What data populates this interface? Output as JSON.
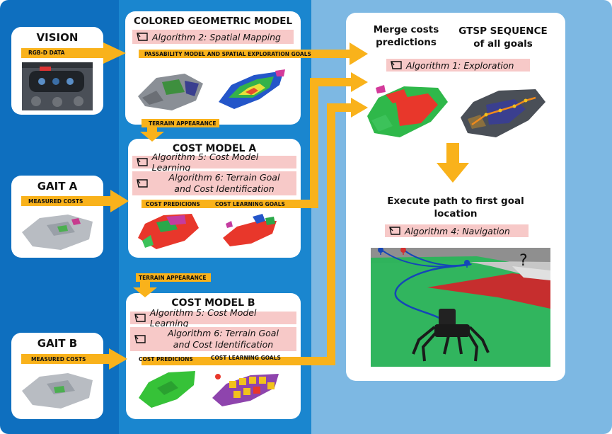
{
  "colors": {
    "dark_blue": "#0e6fbf",
    "mid_blue": "#1a86cf",
    "light_blue": "#7db8e3",
    "arrow_orange": "#f9b21b",
    "algo_pink": "#f7c9c8"
  },
  "vision": {
    "title": "VISION",
    "input_label": "RGB-D DATA"
  },
  "gait_a": {
    "title": "GAIT A",
    "input_label": "MEASURED COSTS"
  },
  "gait_b": {
    "title": "GAIT B",
    "input_label": "MEASURED COSTS"
  },
  "geometric_model": {
    "title": "COLORED GEOMETRIC MODEL",
    "algorithm": "Algorithm 2: Spatial Mapping",
    "output_label": "PASSABILITY MODEL AND SPATIAL EXPLORATION GOALS",
    "to_next_label": "TERRAIN APPEARANCE"
  },
  "cost_model_a": {
    "title": "COST MODEL A",
    "algorithm_learning": "Algorithm 5: Cost Model Learning",
    "algorithm_goal_line1": "Algorithm 6: Terrain Goal",
    "algorithm_goal_line2": "and Cost Identification",
    "predictions_label": "COST PREDICIONS",
    "goals_label": "COST LEARNING GOALS"
  },
  "between_label": "TERRAIN APPEARANCE",
  "cost_model_b": {
    "title": "COST MODEL B",
    "algorithm_learning": "Algorithm 5: Cost Model Learning",
    "algorithm_goal_line1": "Algorithm 6: Terrain Goal",
    "algorithm_goal_line2": "and Cost Identification",
    "predictions_label": "COST PREDICIONS",
    "goals_label": "COST LEARNING GOALS"
  },
  "right_panel": {
    "merge_line1": "Merge costs",
    "merge_line2": "predictions",
    "gtsp_line1": "GTSP SEQUENCE",
    "gtsp_line2": "of all goals",
    "algorithm_exploration": "Algorithm 1: Exploration",
    "execute_line1": "Execute path to first goal",
    "execute_line2": "location",
    "algorithm_navigation": "Algorithm 4: Navigation",
    "unknown_marker": "?"
  }
}
